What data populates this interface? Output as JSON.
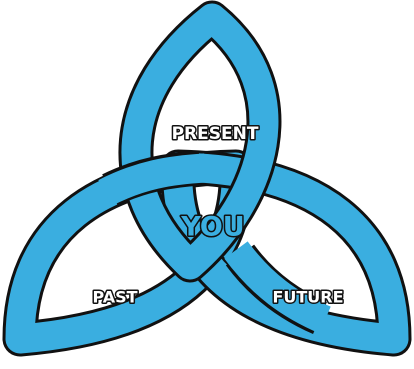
{
  "labels": {
    "present": "PRESENT",
    "you": "YOU",
    "past": "PAST",
    "future": "FUTURE"
  },
  "colors": {
    "band_fill": "#3aaee0",
    "outline": "#111111",
    "label_fill": "#ffffff",
    "label_outline": "#111111",
    "center_label_fill": "#3aaee0",
    "background": "#ffffff"
  }
}
